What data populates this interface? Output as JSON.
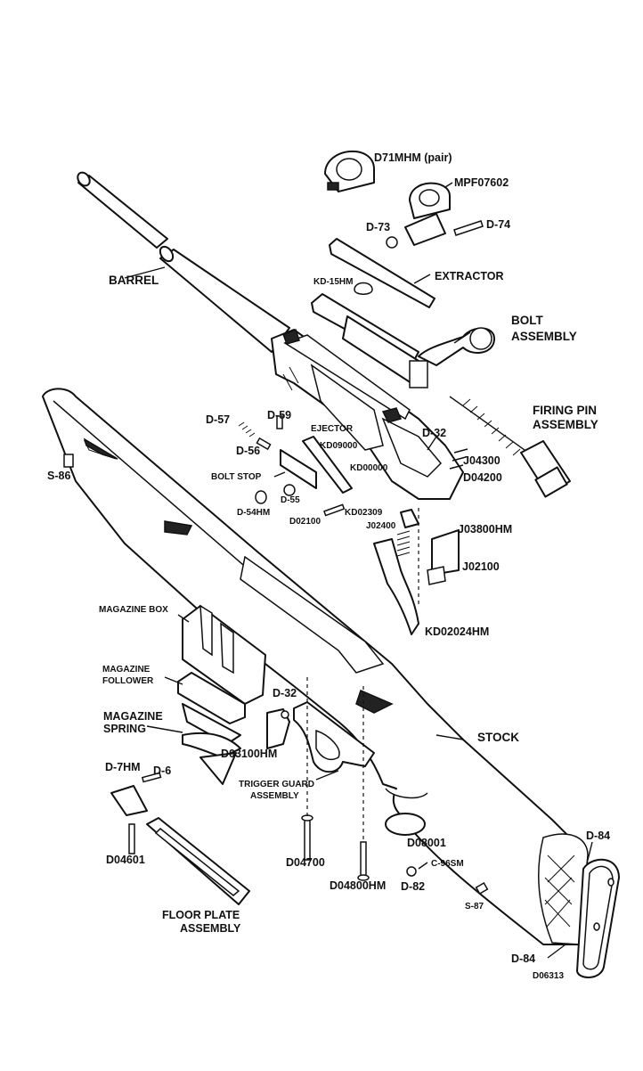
{
  "labels": {
    "d71mhm": "D71MHM (pair)",
    "mpf07602": "MPF07602",
    "d73": "D-73",
    "d74": "D-74",
    "kd15hm": "KD-15HM",
    "extractor": "EXTRACTOR",
    "barrel": "BARREL",
    "bolt_assembly_1": "BOLT",
    "bolt_assembly_2": "ASSEMBLY",
    "firing_pin_1": "FIRING PIN",
    "firing_pin_2": "ASSEMBLY",
    "d57": "D-57",
    "d59": "D-59",
    "ejector": "EJECTOR",
    "kd09000": "KD09000",
    "kd00000": "KD00000",
    "d32_top": "D-32",
    "j04300": "J04300",
    "d04200": "D04200",
    "d56": "D-56",
    "bolt_stop": "BOLT STOP",
    "s86": "S-86",
    "d55": "D-55",
    "d54hm": "D-54HM",
    "d02100": "D02100",
    "kd02309": "KD02309",
    "j02400": "J02400",
    "j03800hm": "J03800HM",
    "j02100": "J02100",
    "kd02024hm": "KD02024HM",
    "magazine_box": "MAGAZINE BOX",
    "magazine_follower_1": "MAGAZINE",
    "magazine_follower_2": "FOLLOWER",
    "d32_mid": "D-32",
    "magazine_spring_1": "MAGAZINE",
    "magazine_spring_2": "SPRING",
    "stock": "STOCK",
    "d03100hm": "D03100HM",
    "d7hm": "D-7HM",
    "d6": "D-6",
    "trigger_guard_1": "TRIGGER GUARD",
    "trigger_guard_2": "ASSEMBLY",
    "d04601": "D04601",
    "d08001": "D08001",
    "d84_top": "D-84",
    "c96sm": "C-96SM",
    "d04700": "D04700",
    "d82": "D-82",
    "d04800hm": "D04800HM",
    "s87": "S-87",
    "floor_plate_1": "FLOOR PLATE",
    "floor_plate_2": "ASSEMBLY",
    "d84_bottom": "D-84",
    "d06313": "D06313"
  }
}
